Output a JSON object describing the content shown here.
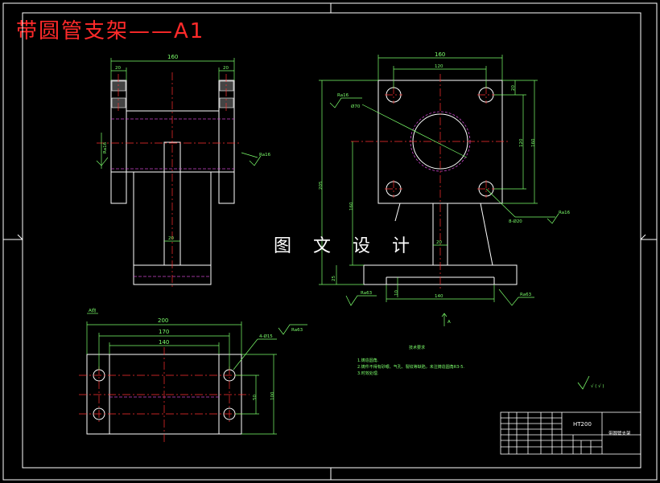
{
  "title": "带圆管支架——A1",
  "watermark": "图 文 设 计",
  "colors": {
    "outline": "#ffffff",
    "center": "#ff3030",
    "dimension": "#7cff6b",
    "hidden": "#cc44cc",
    "title": "#ff2a2a"
  },
  "front_view": {
    "dim_top": "160",
    "dim_left": "20",
    "dim_right": "20",
    "dim_web": "20",
    "roughness": "Ra16"
  },
  "side_view": {
    "dim_top": "160",
    "dim_inner": "120",
    "dim_right_1": "20",
    "dim_right_2": "120",
    "dim_right_3": "160",
    "dim_height": "205",
    "dim_mid": "160",
    "dim_base_h": "25",
    "dim_base_small": "10",
    "dim_base_w": "140",
    "dim_web": "20",
    "hole_label": "8-Ø20",
    "bore_label": "Ø70",
    "rough_left": "Ra16",
    "rough_right": "Ra16",
    "rough_base_left": "Ra63",
    "rough_base_right": "Ra63",
    "view_arrow": "A"
  },
  "bottom_view": {
    "view_label": "A向",
    "dim_200": "200",
    "dim_170": "170",
    "dim_140": "140",
    "dim_50": "50",
    "dim_100": "100",
    "hole_label": "4-Ø15",
    "roughness": "Ra63"
  },
  "notes": {
    "heading": "技术要求",
    "line1": "1.铸造圆角.",
    "line2": "2.铸件不得有砂眼、气孔、裂纹等缺陷，未注铸造圆角R3-5.",
    "line3": "3.时效处理."
  },
  "symbol_text": "√ ( √ )",
  "title_block": {
    "material": "HT200",
    "drawing_name": "带圆管支架"
  }
}
